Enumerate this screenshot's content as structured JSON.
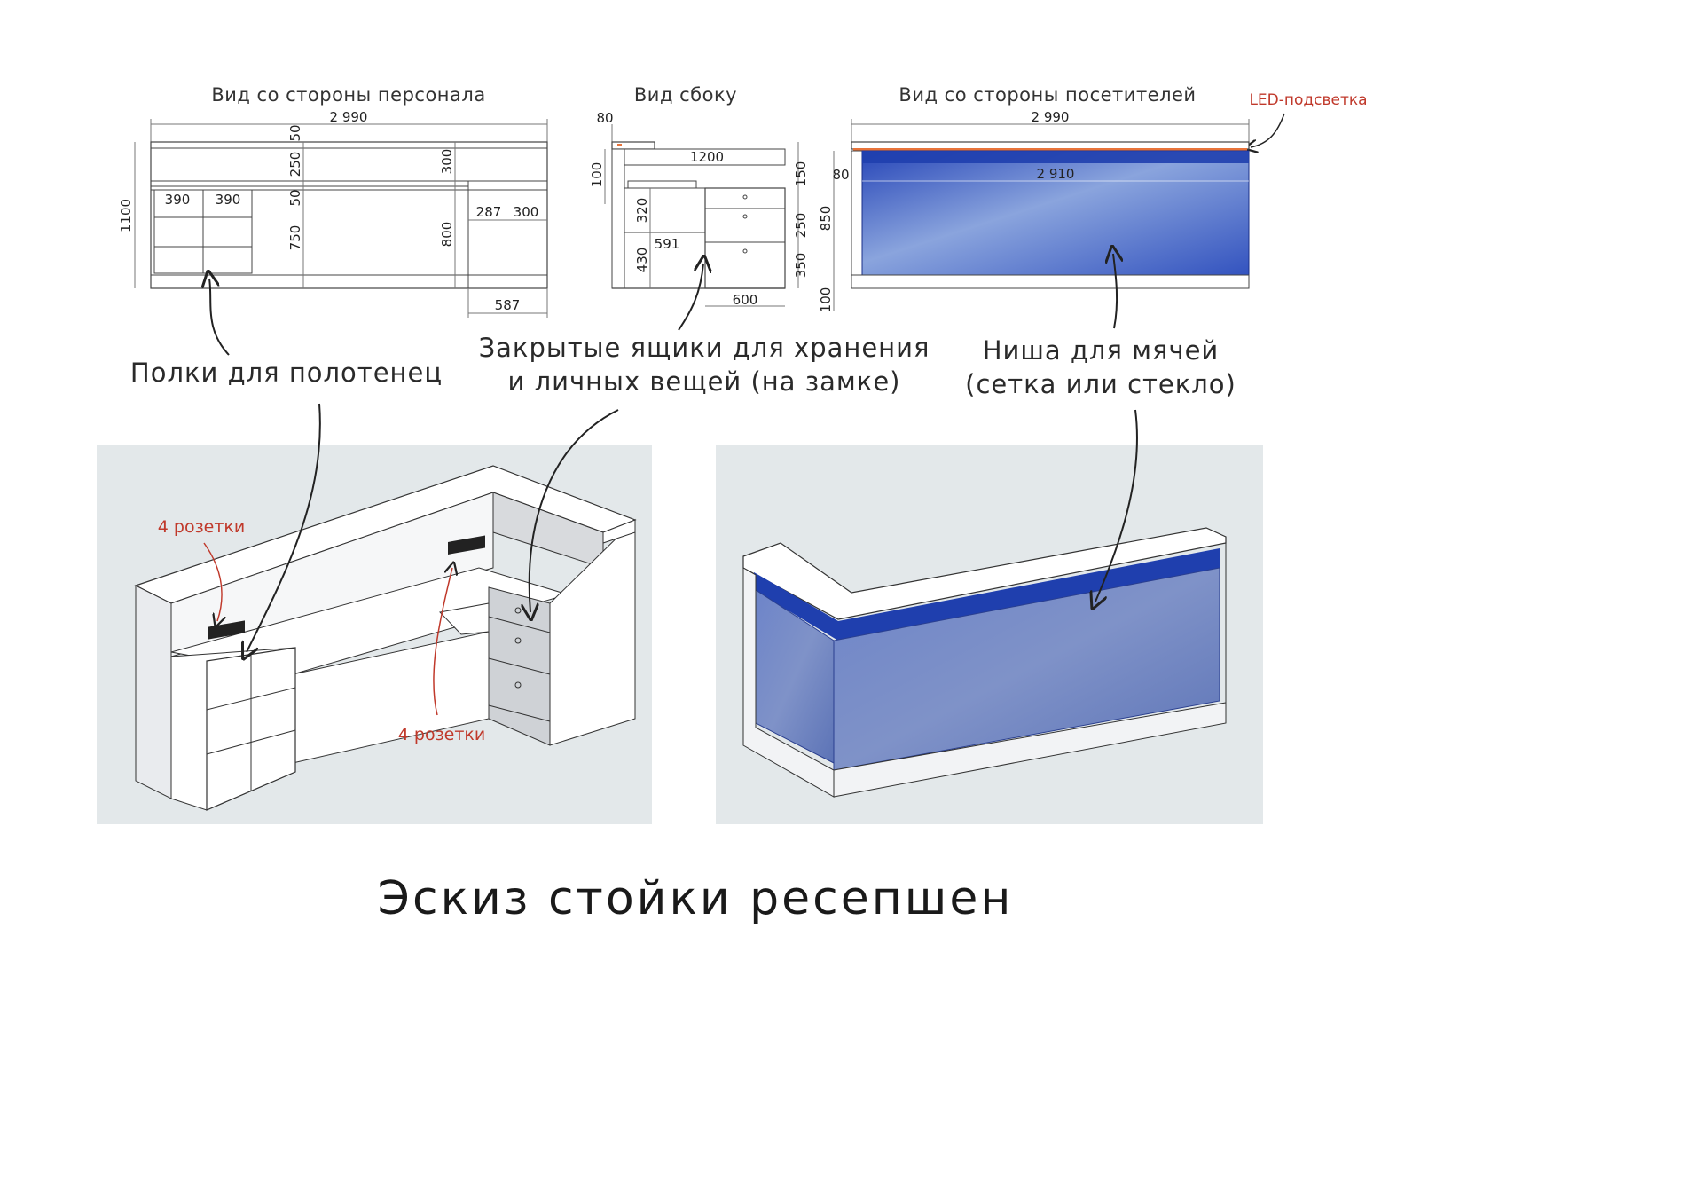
{
  "title": "Эскиз стойки ресепшен",
  "views": {
    "staff": {
      "label": "Вид со стороны персонала",
      "width": "2 990",
      "height": "1100",
      "cols": [
        "390",
        "390"
      ],
      "heights": [
        "50",
        "250",
        "50",
        "750"
      ],
      "inner_h1": "300",
      "inner_h2": "800",
      "side_w1": "287",
      "side_w2": "300",
      "bottom_w": "587"
    },
    "side": {
      "label": "Вид сбоку",
      "top": "80",
      "depth": "1200",
      "h_left": "100",
      "h_320": "320",
      "h_430": "430",
      "d_591": "591",
      "drawer_150": "150",
      "drawer_250": "250",
      "drawer_350": "350",
      "bottom_600": "600"
    },
    "visitor": {
      "label": "Вид со стороны посетителей",
      "width": "2 990",
      "inner_width": "2 910",
      "h_80": "80",
      "h_850": "850",
      "h_100": "100",
      "led_label": "LED-подсветка"
    }
  },
  "callouts": {
    "towels": "Полки для полотенец",
    "lockers_line1": "Закрытые ящики для хранения",
    "lockers_line2": "и личных вещей (на замке)",
    "niche_line1": "Ниша для мячей",
    "niche_line2": "(сетка или стекло)"
  },
  "sockets": {
    "label_top": "4 розетки",
    "label_bottom": "4 розетки"
  },
  "colors": {
    "panel_bg": "#e3e8ea",
    "blue": "#1f3fae",
    "blue_light": "#6f8fd6",
    "led": "#e8733a",
    "red_text": "#c0392b"
  }
}
